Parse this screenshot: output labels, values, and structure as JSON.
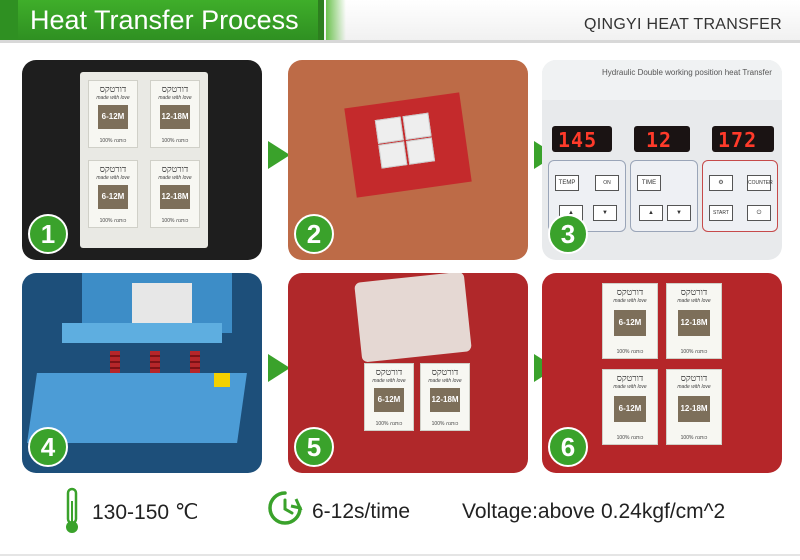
{
  "header": {
    "title": "Heat Transfer Process",
    "brand": "QINGYI HEAT TRANSFER"
  },
  "steps": [
    {
      "number": "1"
    },
    {
      "number": "2"
    },
    {
      "number": "3"
    },
    {
      "number": "4"
    },
    {
      "number": "5"
    },
    {
      "number": "6"
    }
  ],
  "labels": {
    "brand_text": "דורטקס",
    "sub_text": "made with love",
    "foot_text": "כותנה 100%",
    "sizes": [
      "6-12M",
      "12-18M",
      "6-12M",
      "12-18M"
    ]
  },
  "control_panel": {
    "model_text": "Hydraulic Double working position heat Transfer",
    "display_1": "145",
    "display_2": "12",
    "display_3": "172",
    "btn_temp": "TEMP",
    "btn_time": "TIME",
    "btn_start": "START",
    "btn_counter": "COUNTER",
    "btn_on": "ON"
  },
  "specs": {
    "temperature": "130-150 ℃",
    "time": "6-12s/time",
    "voltage": "Voltage:above 0.24kgf/cm^2"
  },
  "colors": {
    "accent_green": "#3aa22b",
    "fabric_red": "#b52629",
    "display_red": "#ff3a2a"
  },
  "icons": {
    "temperature": "thermometer-icon",
    "time": "clock-icon",
    "next": "arrow-right-icon"
  }
}
